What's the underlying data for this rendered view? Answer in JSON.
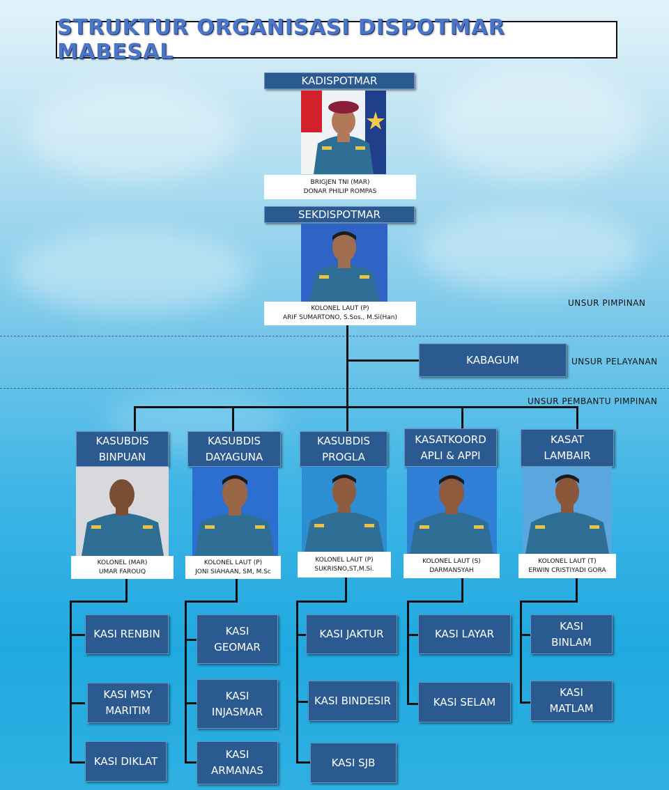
{
  "title": "STRUKTUR ORGANISASI DISPOTMAR MABESAL",
  "leaders": {
    "kadis": {
      "title": "KADISPOTMAR",
      "rank": "BRIGJEN TNI (MAR)",
      "name": "DONAR PHILIP ROMPAS"
    },
    "sekdis": {
      "title": "SEKDISPOTMAR",
      "rank": "KOLONEL LAUT (P)",
      "name": "ARIF SUMARTONO, S.Sos., M.Si(Han)"
    }
  },
  "kabagum": "KABAGUM",
  "unsur": {
    "pimpinan": "UNSUR PIMPINAN",
    "pelayanan": "UNSUR PELAYANAN",
    "pembantu": "UNSUR PEMBANTU PIMPINAN"
  },
  "units": [
    {
      "title": "KASUBDIS\nBINPUAN",
      "rank": "KOLONEL (MAR)",
      "name": "UMAR FAROUQ",
      "kasi": [
        "KASI RENBIN",
        "KASI MSY\nMARITIM",
        "KASI DIKLAT"
      ]
    },
    {
      "title": "KASUBDIS\nDAYAGUNA",
      "rank": "KOLONEL LAUT (P)",
      "name": "JONI SIAHAAN, SM, M.Sc",
      "kasi": [
        "KASI\nGEOMAR",
        "KASI\nINJASMAR",
        "KASI\nARMANAS"
      ]
    },
    {
      "title": "KASUBDIS\nPROGLA",
      "rank": "KOLONEL LAUT (P)",
      "name": "SUKRISNO,ST,M.Si.",
      "kasi": [
        "KASI JAKTUR",
        "KASI BINDESIR",
        "KASI SJB"
      ]
    },
    {
      "title": "KASATKOORD\nAPLI & APPI",
      "rank": "KOLONEL LAUT (S)",
      "name": "DARMANSYAH",
      "kasi": [
        "KASI LAYAR",
        "KASI SELAM"
      ]
    },
    {
      "title": "KASAT\nLAMBAIR",
      "rank": "KOLONEL LAUT (T)",
      "name": "ERWIN CRISTIYADI GORA",
      "kasi": [
        "KASI\nBINLAM",
        "KASI\nMATLAM"
      ]
    }
  ],
  "colors": {
    "box": "#2a5a8f",
    "title_text": "#4a76c8",
    "uniform": "#2f6f95"
  }
}
